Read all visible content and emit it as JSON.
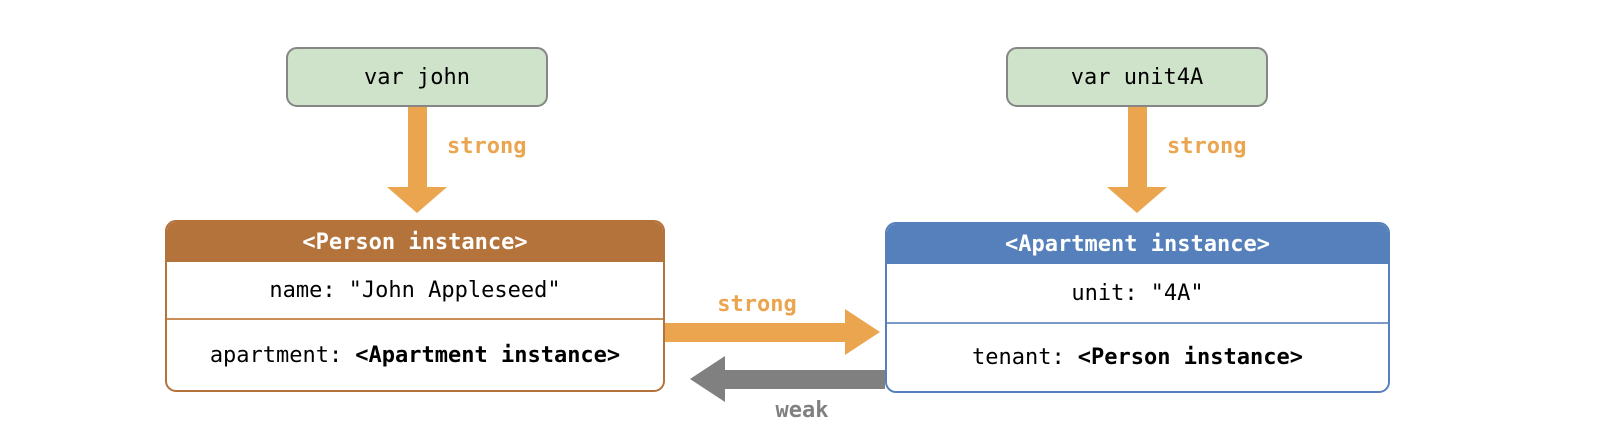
{
  "colors": {
    "background": "#ffffff",
    "green_fill": "#cfe3ca",
    "green_border": "#868686",
    "person_accent": "#b5733c",
    "person_separator": "#c98d55",
    "apartment_accent": "#5580bb",
    "apartment_separator": "#7b9ac9",
    "strong_arrow": "#eaa54e",
    "weak_arrow": "#808080",
    "header_text": "#ffffff",
    "body_text": "#000000"
  },
  "variables": {
    "john": {
      "label": "var john"
    },
    "unit4a": {
      "label": "var unit4A"
    }
  },
  "instances": {
    "person": {
      "title": "<Person instance>",
      "rows": [
        {
          "label": "name:",
          "value": "\"John Appleseed\""
        },
        {
          "label": "apartment:",
          "value": "<Apartment instance>"
        }
      ]
    },
    "apartment": {
      "title": "<Apartment instance>",
      "rows": [
        {
          "label": "unit:",
          "value": "\"4A\""
        },
        {
          "label": "tenant:",
          "value": "<Person instance>"
        }
      ]
    }
  },
  "references": {
    "john_to_person": {
      "label": "strong",
      "type": "strong"
    },
    "unit4a_to_apartment": {
      "label": "strong",
      "type": "strong"
    },
    "person_to_apartment": {
      "label": "strong",
      "type": "strong"
    },
    "apartment_to_person": {
      "label": "weak",
      "type": "weak"
    }
  }
}
